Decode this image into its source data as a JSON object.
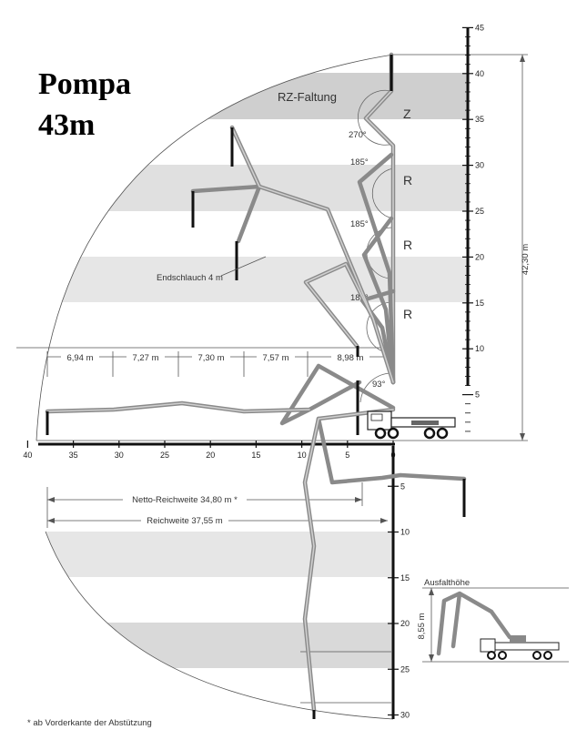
{
  "title": {
    "line1": "Pompa",
    "line2": "43m"
  },
  "labels": {
    "rz": "RZ-Faltung",
    "z": "Z",
    "r1": "R",
    "r2": "R",
    "r3": "R",
    "a270": "270°",
    "a185a": "185°",
    "a185b": "185°",
    "a185c": "185°",
    "a93": "93°",
    "endschlauch": "Endschlauch 4 m",
    "height": "42,30 m",
    "netto": "Netto-Reichweite 34,80 m *",
    "reich": "Reichweite 37,55 m",
    "ausfalt": "Ausfalthöhe",
    "ausfalt_h": "8,55 m",
    "footnote": "* ab Vorderkante der Abstützung"
  },
  "segments": [
    "6,94 m",
    "7,27 m",
    "7,30 m",
    "7,57 m",
    "8,98 m"
  ],
  "x_ticks": [
    "40",
    "35",
    "30",
    "25",
    "20",
    "15",
    "10",
    "5",
    "0"
  ],
  "y_up_ticks": [
    "5",
    "10",
    "15",
    "20",
    "25",
    "30",
    "35",
    "40",
    "45"
  ],
  "y_down_ticks": [
    "5",
    "10",
    "15",
    "20",
    "25",
    "30"
  ],
  "colors": {
    "band_dark": "#cfcfcf",
    "band_light": "#e6e6e6",
    "boom": "#8a8a8a"
  }
}
